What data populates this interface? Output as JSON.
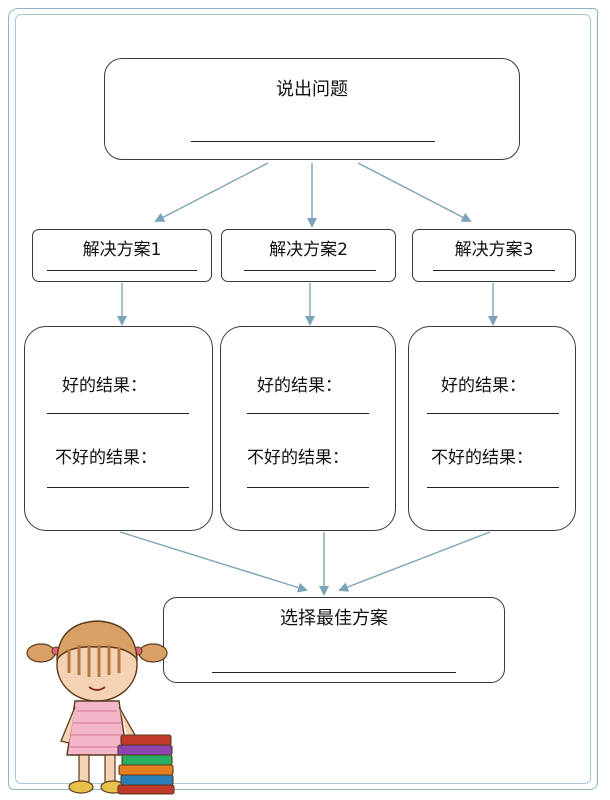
{
  "diagram": {
    "problem_label": "说出问题",
    "solutions": [
      {
        "label": "解决方案1"
      },
      {
        "label": "解决方案2"
      },
      {
        "label": "解决方案3"
      }
    ],
    "result_good_label": "好的结果：",
    "result_bad_label": "不好的结果：",
    "final_label": "选择最佳方案"
  },
  "colors": {
    "arrow": "#7da3b8",
    "border": "#3a3a3a",
    "frame": "#8fb3c7"
  },
  "icons": [
    "girl-with-books-illustration"
  ]
}
